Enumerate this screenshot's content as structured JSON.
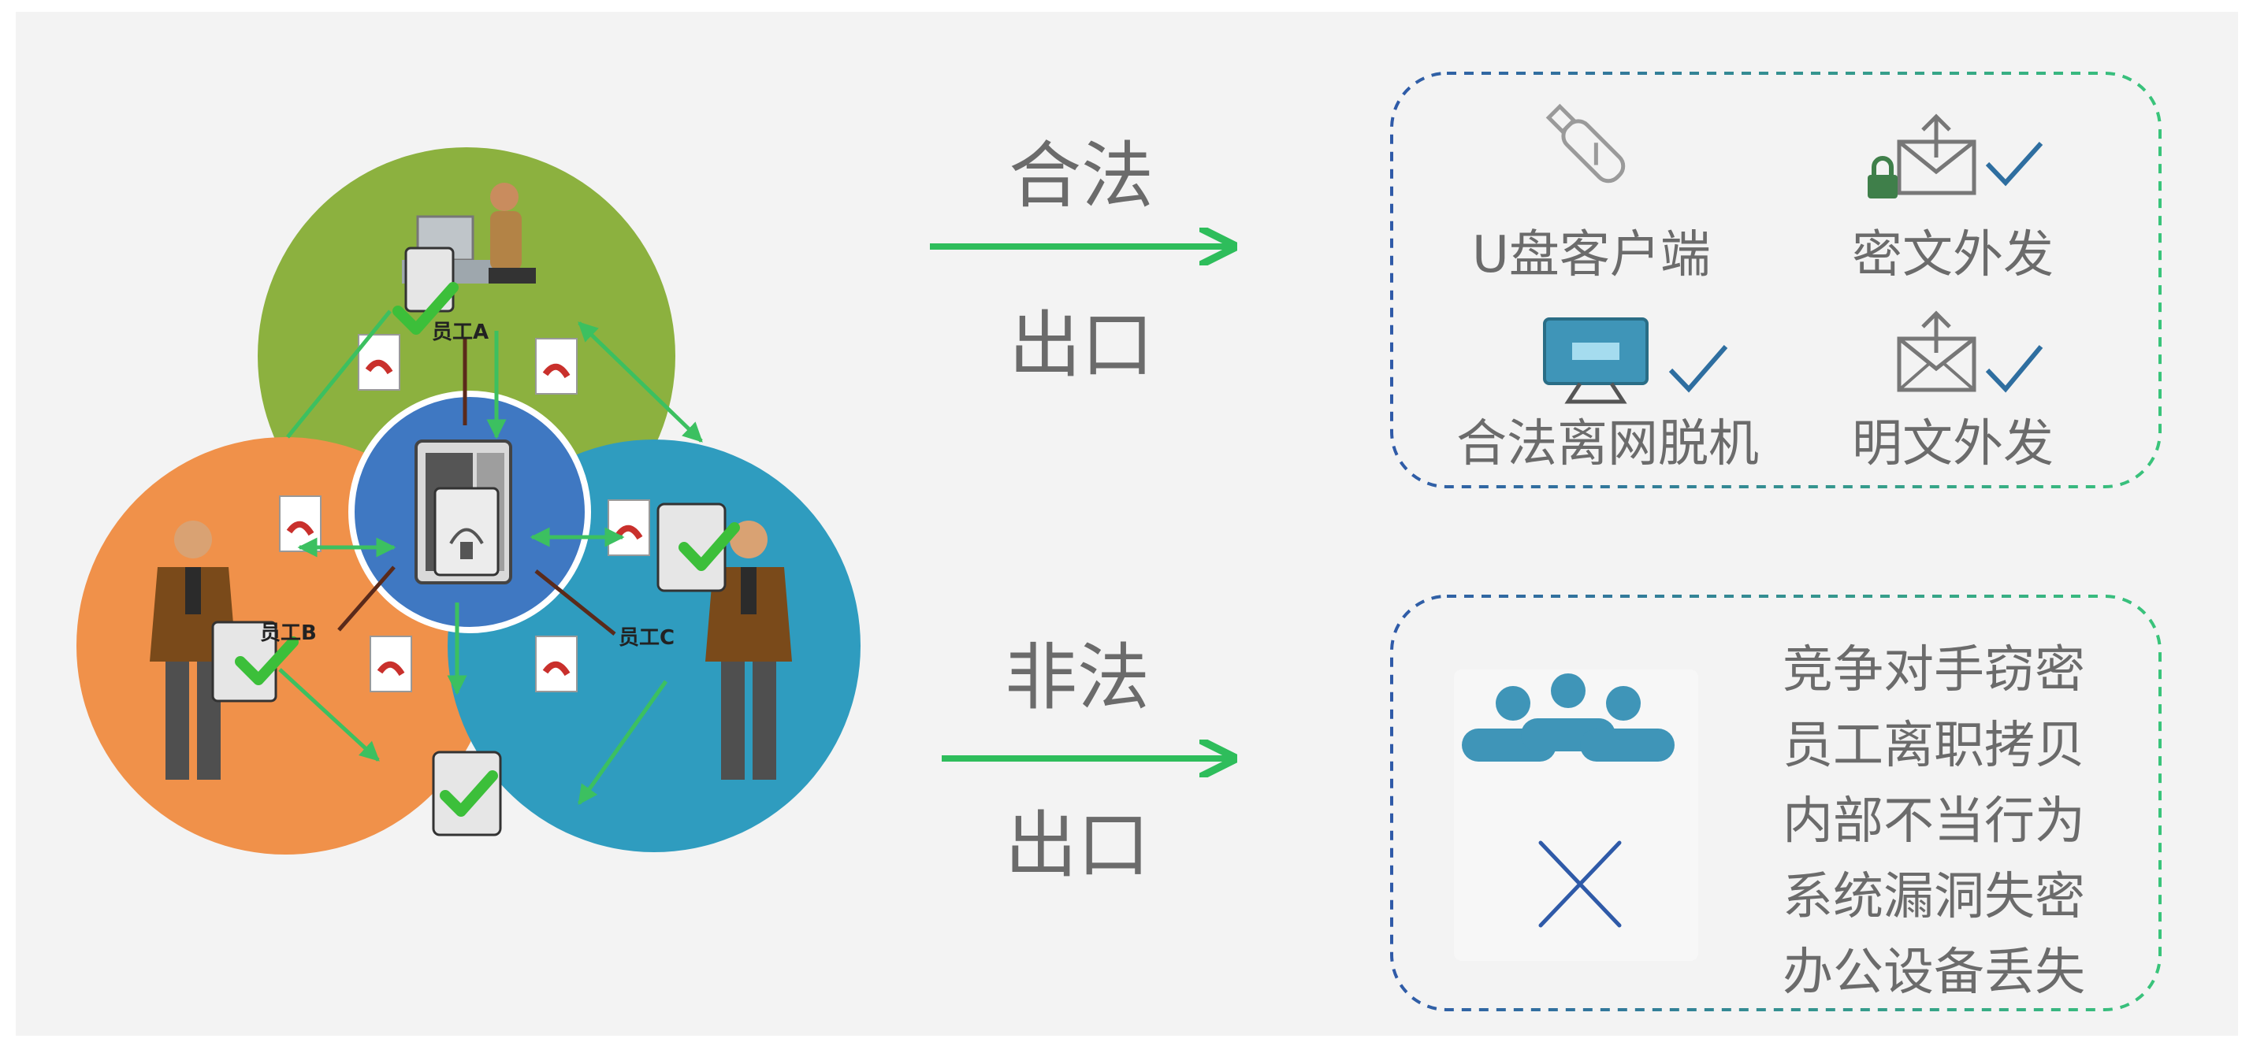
{
  "left_diagram": {
    "circle_labels": [
      "员工A",
      "员工B",
      "员工C"
    ]
  },
  "arrows": {
    "legal": {
      "top": "合法",
      "bottom": "出口"
    },
    "illegal": {
      "top": "非法",
      "bottom": "出口"
    }
  },
  "legal_panel": {
    "items": [
      {
        "label": "U盘客户端",
        "icon": "usb-drive-icon",
        "checked": false
      },
      {
        "label": "密文外发",
        "icon": "encrypted-mail-icon",
        "checked": true
      },
      {
        "label": "合法离网脱机",
        "icon": "monitor-icon",
        "checked": true
      },
      {
        "label": "明文外发",
        "icon": "mail-icon",
        "checked": true
      }
    ]
  },
  "illegal_panel": {
    "icons": [
      "people-group-icon",
      "cross-icon"
    ],
    "risks": [
      "竞争对手窃密",
      "员工离职拷贝",
      "内部不当行为",
      "系统漏洞失密",
      "办公设备丢失"
    ]
  },
  "colors": {
    "background": "#f3f3f3",
    "arrow_green": "#2ebd5b",
    "panel_border_blue": "#2f5aa8",
    "panel_border_green": "#39c47a",
    "green_circle": "#8cb13f",
    "orange_circle": "#f0914a",
    "blue_circle": "#2f9cbf",
    "center_circle": "#3f78c2",
    "icon_blue": "#2e6ea0",
    "icon_teal": "#3f95b8"
  }
}
